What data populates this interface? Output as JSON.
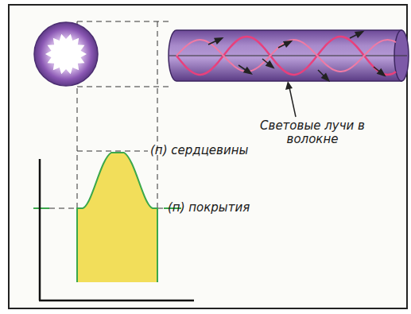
{
  "diagram": {
    "labels": [
      "(п) сердцевины",
      "(п) покрытия",
      "Световые лучи в волокне"
    ]
  }
}
